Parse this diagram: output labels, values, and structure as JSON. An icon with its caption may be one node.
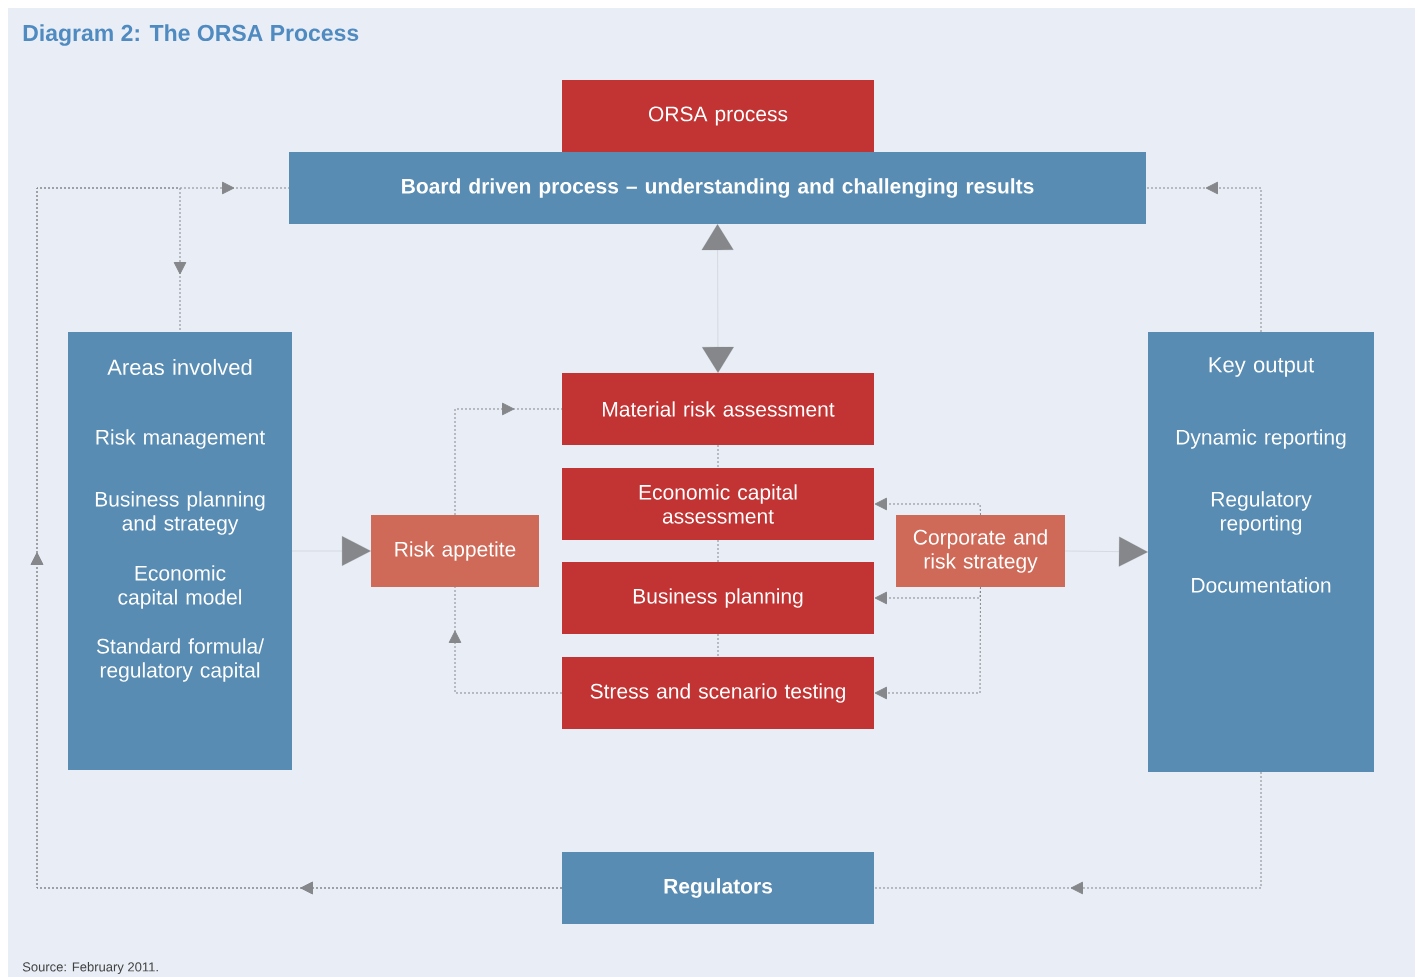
{
  "diagram": {
    "title": "Diagram 2: The ORSA Process",
    "caption": "Source: February 2011.",
    "nodes": [
      {
        "text": [
          "ORSA process"
        ]
      },
      {
        "text": [
          "Board driven process – understanding and challenging results"
        ]
      },
      {
        "text": [
          "Areas involved",
          "Risk management",
          "Business planning and strategy",
          "Economic capital model",
          "Standard formula/ regulatory capital"
        ]
      },
      {
        "text": [
          "Risk appetite"
        ]
      },
      {
        "text": [
          "Material risk assessment"
        ]
      },
      {
        "text": [
          "Economic capital assessment"
        ]
      },
      {
        "text": [
          "Business planning"
        ]
      },
      {
        "text": [
          "Stress and scenario testing"
        ]
      },
      {
        "text": [
          "Corporate and risk strategy"
        ]
      },
      {
        "text": [
          "Key output",
          "Dynamic reporting",
          "Regulatory reporting",
          "Documentation"
        ]
      },
      {
        "text": [
          "Regulators"
        ]
      }
    ],
    "edges": [
      {
        "from": 10,
        "to": 1,
        "arrow": "to",
        "style": "dashed"
      },
      {
        "from": 10,
        "to": 2,
        "arrow": "to",
        "style": "dashed"
      },
      {
        "from": 9,
        "to": 1,
        "arrow": "to",
        "style": "dashed"
      },
      {
        "from": 9,
        "to": 10,
        "arrow": "to",
        "style": "dashed"
      },
      {
        "from": 1,
        "to": 4,
        "arrow": "both"
      },
      {
        "from": 2,
        "to": 3,
        "arrow": "to"
      },
      {
        "from": 8,
        "to": 9,
        "arrow": "to"
      },
      {
        "from": 3,
        "to": 4,
        "arrow": "to",
        "style": "dashed"
      },
      {
        "from": 7,
        "to": 3,
        "arrow": "to",
        "style": "dashed"
      },
      {
        "from": 8,
        "to": 5,
        "arrow": "to",
        "style": "dashed"
      },
      {
        "from": 8,
        "to": 6,
        "arrow": "to",
        "style": "dashed"
      },
      {
        "from": 8,
        "to": 7,
        "arrow": "to",
        "style": "dashed"
      },
      {
        "from": 4,
        "to": 5,
        "arrow": "none",
        "style": "dashed"
      },
      {
        "from": 5,
        "to": 6,
        "arrow": "none",
        "style": "dashed"
      },
      {
        "from": 6,
        "to": 7,
        "arrow": "none",
        "style": "dashed"
      }
    ]
  }
}
